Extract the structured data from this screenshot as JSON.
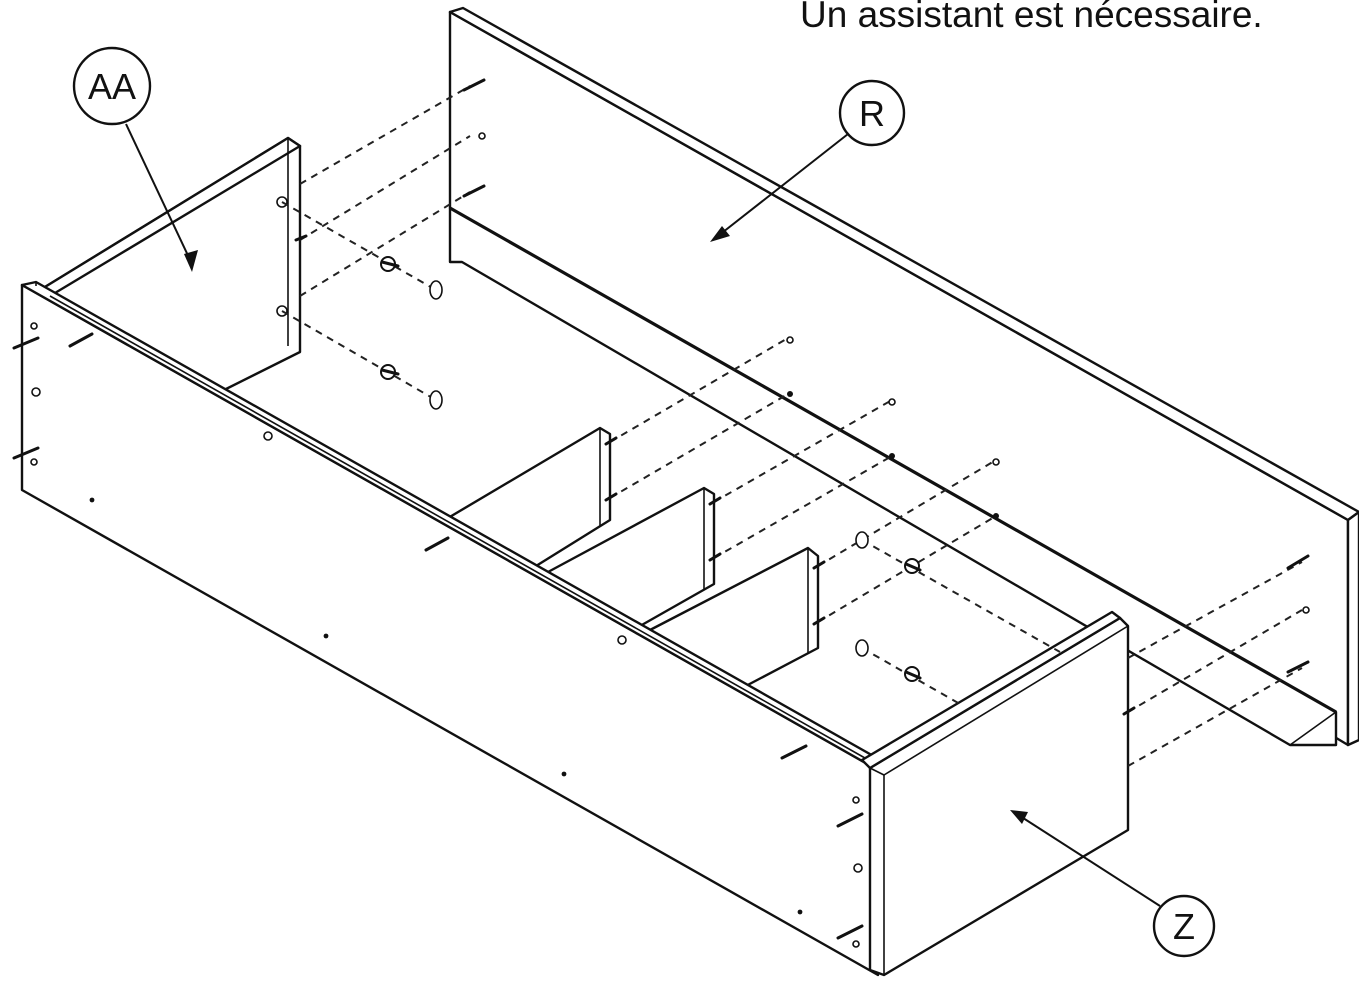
{
  "note": "Un assistant est nécessaire.",
  "callouts": {
    "aa": "AA",
    "r": "R",
    "z": "Z"
  }
}
